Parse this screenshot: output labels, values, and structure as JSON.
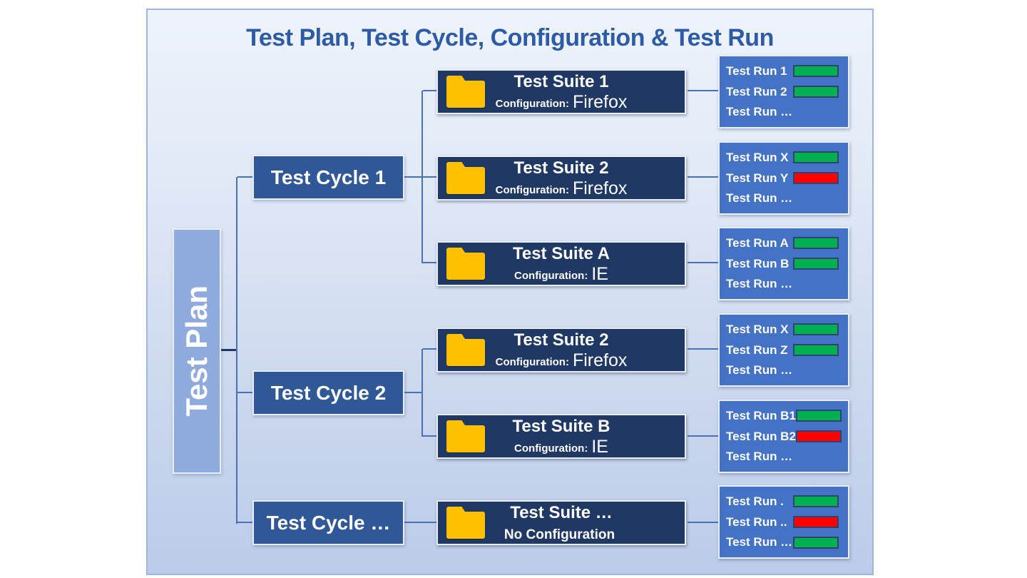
{
  "title": "Test Plan, Test Cycle, Configuration & Test Run",
  "plan": {
    "label": "Test Plan"
  },
  "cycles": [
    {
      "label": "Test Cycle 1"
    },
    {
      "label": "Test Cycle 2"
    },
    {
      "label": "Test Cycle …"
    }
  ],
  "suites": [
    {
      "title": "Test Suite 1",
      "config_label": "Configuration:",
      "config_value": "Firefox"
    },
    {
      "title": "Test Suite 2",
      "config_label": "Configuration:",
      "config_value": "Firefox"
    },
    {
      "title": "Test Suite A",
      "config_label": "Configuration:",
      "config_value": "IE"
    },
    {
      "title": "Test Suite 2",
      "config_label": "Configuration:",
      "config_value": "Firefox"
    },
    {
      "title": "Test Suite B",
      "config_label": "Configuration:",
      "config_value": "IE"
    },
    {
      "title": "Test Suite …",
      "config_label": "No Configuration",
      "config_value": ""
    }
  ],
  "run_panels": [
    {
      "rows": [
        {
          "label": "Test Run 1",
          "status": "pass"
        },
        {
          "label": "Test Run 2",
          "status": "pass"
        },
        {
          "label": "Test Run …",
          "status": "none"
        }
      ]
    },
    {
      "rows": [
        {
          "label": "Test Run X",
          "status": "pass"
        },
        {
          "label": "Test Run Y",
          "status": "fail"
        },
        {
          "label": "Test Run …",
          "status": "none"
        }
      ]
    },
    {
      "rows": [
        {
          "label": "Test Run A",
          "status": "pass"
        },
        {
          "label": "Test Run B",
          "status": "pass"
        },
        {
          "label": "Test Run …",
          "status": "none"
        }
      ]
    },
    {
      "rows": [
        {
          "label": "Test Run X",
          "status": "pass"
        },
        {
          "label": "Test Run Z",
          "status": "pass"
        },
        {
          "label": "Test Run …",
          "status": "none"
        }
      ]
    },
    {
      "rows": [
        {
          "label": "Test Run B1",
          "status": "pass"
        },
        {
          "label": "Test Run B2",
          "status": "fail"
        },
        {
          "label": "Test Run …",
          "status": "none"
        }
      ]
    },
    {
      "rows": [
        {
          "label": "Test Run .",
          "status": "pass"
        },
        {
          "label": "Test Run ..",
          "status": "fail"
        },
        {
          "label": "Test Run …",
          "status": "pass"
        }
      ]
    }
  ],
  "colors": {
    "pass_green": "#00b050",
    "fail_red": "#ff0000",
    "folder_yellow": "#ffc000",
    "suite_navy": "#1f3864",
    "cycle_blue": "#305897",
    "run_panel_blue": "#4472c4",
    "plan_periwinkle": "#8faadc",
    "title_blue": "#2d5ba6"
  }
}
